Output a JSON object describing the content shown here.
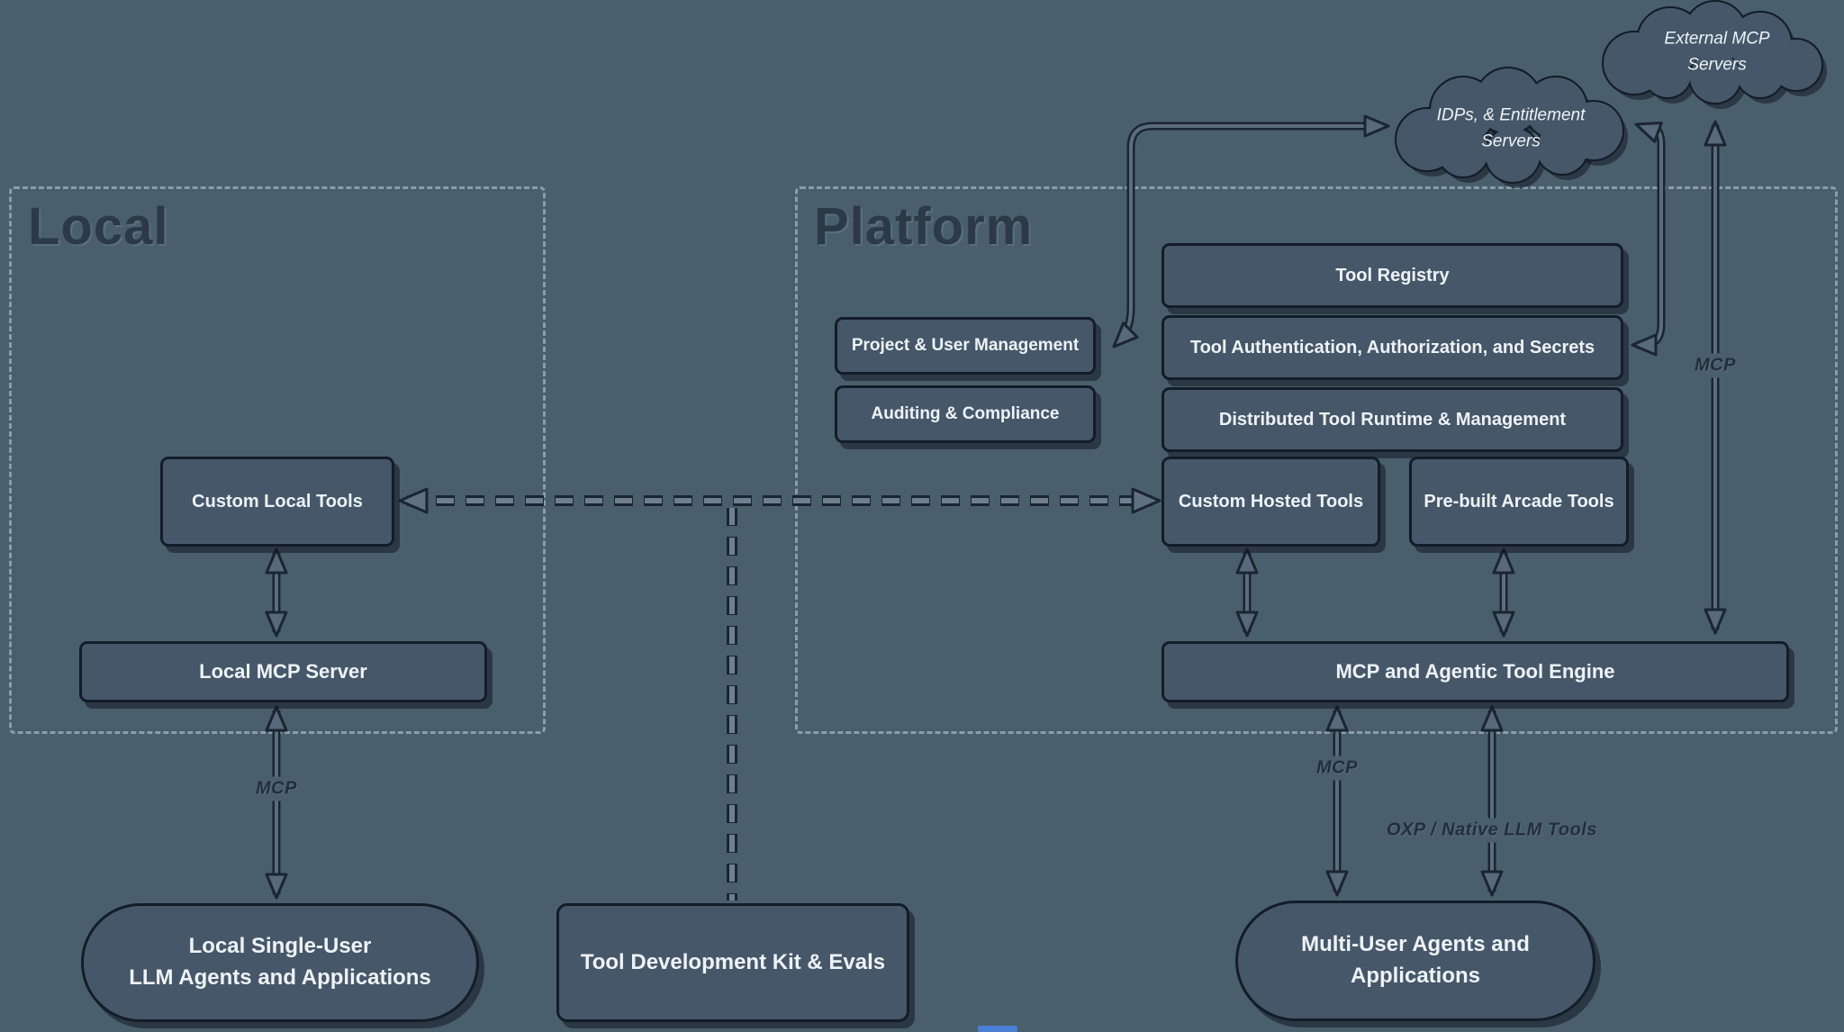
{
  "colors": {
    "background": "#4a5f6c",
    "box_fill": "#455769",
    "box_border": "#131c28",
    "dashed_container_border": "#8a9dac",
    "section_title": "#2c3947",
    "arrow_outline": "#1b2531",
    "arrow_fill": "#5b6d7c",
    "box_text": "#eef2f6",
    "wire_label_text": "#232e3c",
    "selection_blue": "#4b7fd6"
  },
  "containers": {
    "local": {
      "title": "Local"
    },
    "platform": {
      "title": "Platform"
    }
  },
  "clouds": {
    "external": {
      "label": "External MCP Servers"
    },
    "idp": {
      "label": "IDPs, & Entitlement\nServers"
    }
  },
  "boxes": {
    "tool_registry": {
      "label": "Tool Registry"
    },
    "tool_auth": {
      "label": "Tool Authentication, Authorization, and Secrets"
    },
    "distributed_runtime": {
      "label": "Distributed Tool Runtime & Management"
    },
    "project_user_mgmt": {
      "label": "Project & User Management"
    },
    "auditing_compliance": {
      "label": "Auditing & Compliance"
    },
    "custom_local_tools": {
      "label": "Custom Local Tools"
    },
    "custom_hosted_tools": {
      "label": "Custom Hosted Tools"
    },
    "prebuilt_arcade_tools": {
      "label": "Pre-built Arcade Tools"
    },
    "local_mcp_server": {
      "label": "Local MCP Server"
    },
    "mcp_engine": {
      "label": "MCP and Agentic Tool Engine"
    },
    "tdk_evals": {
      "label": "Tool Development Kit & Evals"
    },
    "local_single_user": {
      "label": "Local Single-User\nLLM Agents and Applications"
    },
    "multi_user": {
      "label": "Multi-User Agents and\nApplications"
    }
  },
  "arrow_labels": {
    "local_mcp": "MCP",
    "engine_mcp": "MCP",
    "external_mcp": "MCP",
    "oxp": "OXP / Native LLM Tools"
  }
}
